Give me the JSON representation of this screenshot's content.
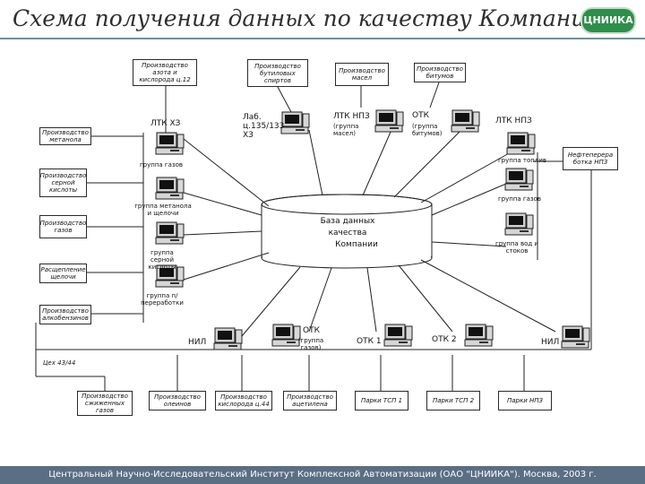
{
  "title": "Схема получения данных по качеству Компании",
  "logo_text": "ЦНИИКА",
  "database": [
    "База данных",
    "качества",
    "Компании"
  ],
  "top_boxes": [
    "Производство азота и кислорода ц.12",
    "Производство бутиловых спиртов",
    "Производство масел",
    "Производство битумов"
  ],
  "left_boxes": [
    "Производство метанола",
    "Производство серной кислоты",
    "Производство газов",
    "Расщепление щелочи",
    "Производство алкобензинов"
  ],
  "right_box": "Нефтеперера ботка НПЗ",
  "bottom_boxes": [
    "Производство сжиженных газов",
    "Производство олеинов",
    "Производство кислорода ц.44",
    "Производство ацетилена",
    "Парки ТСП 1",
    "Парки ТСП 2",
    "Парки НПЗ"
  ],
  "lab_labels": {
    "ltk_xz": "ЛТК ХЗ",
    "lab": "Лаб. ц.135/133 ХЗ",
    "ltk_npz_main": "ЛТК НПЗ",
    "ltk_npz_sub": "(группа масел)",
    "otk_top_main": "ОТК",
    "otk_top_sub": "(группа битумов)",
    "ltk_npz_right": "ЛТК НПЗ",
    "nil_left": "НИЛ",
    "otk_mid_main": "ОТК",
    "otk_mid_sub": "(группа газов)",
    "otk1": "ОТК 1",
    "otk2": "ОТК 2",
    "nil_right": "НИЛ"
  },
  "group_labels": {
    "gases_left": "группа газов",
    "methanol": "группа метанола и щелочи",
    "sulfur": "группа серной кислоты",
    "processing": "группа п/переработки",
    "fuel": "группа топлив",
    "gases_right": "группа газов",
    "water": "группа вод и стоков"
  },
  "shop": "Цех 43/44",
  "footer": "Центральный Научно-Исследовательский Институт Комплексной Автоматизации (ОАО \"ЦНИИКА\"). Москва, 2003 г.",
  "colors": {
    "footer_bg": "#5a6e84",
    "logo_bg": "#2f8e4c",
    "title": "#2f2f2f"
  }
}
